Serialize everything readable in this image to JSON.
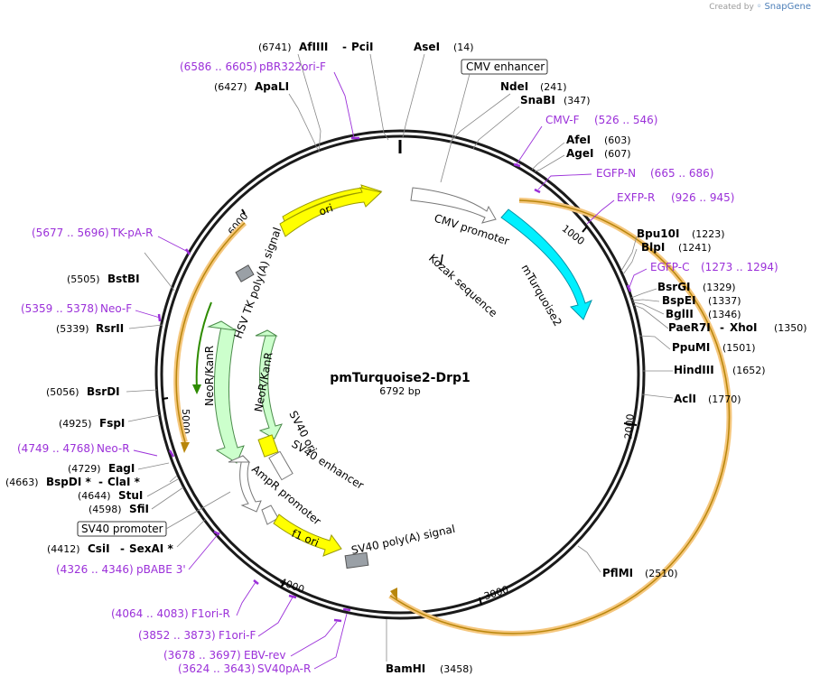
{
  "credit": {
    "prefix": "Created by",
    "brand": "SnapGene"
  },
  "plasmid": {
    "name": "pmTurquoise2-Drp1",
    "length_label": "6792 bp"
  },
  "ticks": [
    "1000",
    "2000",
    "3000",
    "4000",
    "5000",
    "6000"
  ],
  "features": [
    {
      "label": "CMV enhancer"
    },
    {
      "label": "CMV promoter"
    },
    {
      "label": "Kozak sequence"
    },
    {
      "label": "mTurquoise2"
    },
    {
      "label": "ori"
    },
    {
      "label": "HSV TK poly(A) signal"
    },
    {
      "label": "NeoR/KanR"
    },
    {
      "label": "NeoR/KanR"
    },
    {
      "label": "SV40 ori"
    },
    {
      "label": "SV40 enhancer"
    },
    {
      "label": "AmpR promoter"
    },
    {
      "label": "f1 ori"
    },
    {
      "label": "SV40 poly(A) signal"
    },
    {
      "label": "SV40 promoter"
    }
  ],
  "enzymes": [
    {
      "name": "AfIIII",
      "pos": "(6741)"
    },
    {
      "name": "PciI",
      "sep": "-"
    },
    {
      "name": "AseI",
      "pos": "(14)"
    },
    {
      "name": "NdeI",
      "pos": "(241)"
    },
    {
      "name": "SnaBI",
      "pos": "(347)"
    },
    {
      "name": "AfeI",
      "pos": "(603)"
    },
    {
      "name": "AgeI",
      "pos": "(607)"
    },
    {
      "name": "ApaLI",
      "pos": "(6427)"
    },
    {
      "name": "Bpu10I",
      "pos": "(1223)"
    },
    {
      "name": "BlpI",
      "pos": "(1241)"
    },
    {
      "name": "BsrGI",
      "pos": "(1329)"
    },
    {
      "name": "BspEI",
      "pos": "(1337)"
    },
    {
      "name": "BglII",
      "pos": "(1346)"
    },
    {
      "name": "PaeR7I",
      "pos": ""
    },
    {
      "name": "XhoI",
      "pos": "(1350)",
      "sep": "-"
    },
    {
      "name": "PpuMI",
      "pos": "(1501)"
    },
    {
      "name": "HindIII",
      "pos": "(1652)"
    },
    {
      "name": "AclI",
      "pos": "(1770)"
    },
    {
      "name": "PflMI",
      "pos": "(2510)"
    },
    {
      "name": "BamHI",
      "pos": "(3458)"
    },
    {
      "name": "BstBI",
      "pos": "(5505)"
    },
    {
      "name": "RsrII",
      "pos": "(5339)"
    },
    {
      "name": "BsrDI",
      "pos": "(5056)"
    },
    {
      "name": "FspI",
      "pos": "(4925)"
    },
    {
      "name": "EagI",
      "pos": "(4729)"
    },
    {
      "name": "BspDI *",
      "pos": "(4663)"
    },
    {
      "name": "ClaI *",
      "sep": "-"
    },
    {
      "name": "StuI",
      "pos": "(4644)"
    },
    {
      "name": "SfiI",
      "pos": "(4598)"
    },
    {
      "name": "CsiI",
      "pos": "(4412)"
    },
    {
      "name": "SexAI *",
      "sep": "-"
    }
  ],
  "primers": [
    {
      "name": "pBR322ori-F",
      "range": "(6586 .. 6605)"
    },
    {
      "name": "CMV-F",
      "range": "(526 .. 546)"
    },
    {
      "name": "EGFP-N",
      "range": "(665 .. 686)"
    },
    {
      "name": "EXFP-R",
      "range": "(926 .. 945)"
    },
    {
      "name": "EGFP-C",
      "range": "(1273 .. 1294)"
    },
    {
      "name": "TK-pA-R",
      "range": "(5677 .. 5696)"
    },
    {
      "name": "Neo-F",
      "range": "(5359 .. 5378)"
    },
    {
      "name": "Neo-R",
      "range": "(4749 .. 4768)"
    },
    {
      "name": "pBABE 3'",
      "range": "(4326 .. 4346)"
    },
    {
      "name": "F1ori-R",
      "range": "(4064 .. 4083)"
    },
    {
      "name": "F1ori-F",
      "range": "(3852 .. 3873)"
    },
    {
      "name": "EBV-rev",
      "range": "(3678 .. 3697)"
    },
    {
      "name": "SV40pA-R",
      "range": "(3624 .. 3643)"
    }
  ],
  "colors": {
    "backbone": "#1a1a1a",
    "primer": "#9b30d9",
    "mTurquoise2": "#00f0ff",
    "ori": "#ffff00",
    "neor": "#ccffcc",
    "orf_highlight": "#f5c77e",
    "orf_line": "#b8860b",
    "green_arrow": "#2e8b00",
    "polyA": "#9aa0a6"
  }
}
